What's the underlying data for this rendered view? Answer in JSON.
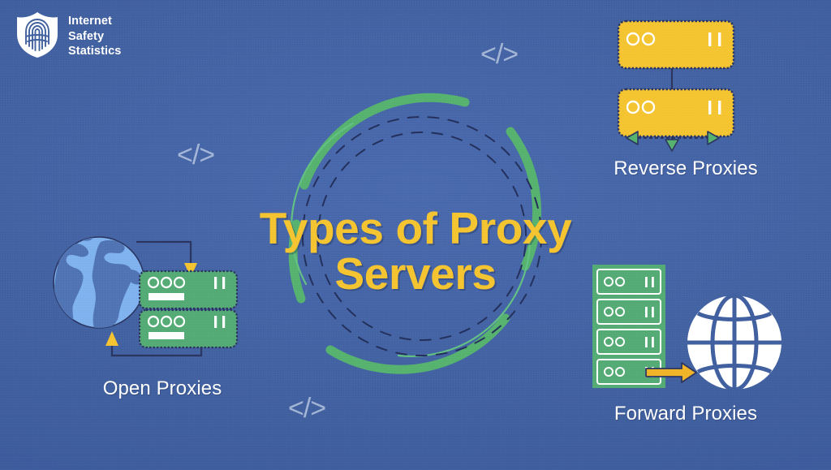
{
  "meta": {
    "background_color": "#41609f",
    "accent_yellow": "#f5c431",
    "accent_green": "#56b26e",
    "server_green": "#55ab75",
    "ink_navy": "#2b3560",
    "white": "#ffffff"
  },
  "logo": {
    "icon": "fingerprint-shield-icon",
    "line1": "Internet",
    "line2": "Safety",
    "line3": "Statistics"
  },
  "title": {
    "line1": "Types of Proxy",
    "line2": "Servers",
    "color": "#f5c431"
  },
  "decorations": {
    "code_tags": [
      {
        "name": "code-tag-top",
        "text": "</>"
      },
      {
        "name": "code-tag-left",
        "text": "</>"
      },
      {
        "name": "code-tag-bottom",
        "text": "</>"
      }
    ],
    "ring": {
      "outer_arc_color": "#56b26e",
      "thin_arc_color": "#5fbd7c",
      "dashed_circle_color": "#24305c"
    }
  },
  "panels": [
    {
      "id": "reverse",
      "caption": "Reverse Proxies",
      "server_color": "#f5c431",
      "server_count": 2,
      "lights_per_server": 2,
      "bars_per_server": 2,
      "arrow_color": "#56b26e",
      "arrows": [
        "left",
        "right",
        "down"
      ],
      "icons": [
        "server-stack-icon",
        "arrow-left-icon",
        "arrow-right-icon",
        "arrow-down-icon"
      ]
    },
    {
      "id": "open",
      "caption": "Open Proxies",
      "server_color": "#55ab75",
      "server_count": 2,
      "lights_per_server": 3,
      "bars_per_server": 2,
      "arrow_color": "#f5c431",
      "globe_style": "filled-continents",
      "globe_land_color": "#5074b4",
      "globe_ocean_color": "#7fb2ee",
      "icons": [
        "globe-icon",
        "server-stack-icon",
        "arrow-down-icon",
        "arrow-up-icon"
      ]
    },
    {
      "id": "forward",
      "caption": "Forward Proxies",
      "server_color": "#55ab75",
      "server_count": 4,
      "lights_per_server": 2,
      "bars_per_server": 2,
      "arrow_color": "#f0b429",
      "globe_style": "wireframe",
      "globe_color": "#ffffff",
      "icons": [
        "server-rack-icon",
        "arrow-right-icon",
        "globe-wireframe-icon"
      ]
    }
  ]
}
